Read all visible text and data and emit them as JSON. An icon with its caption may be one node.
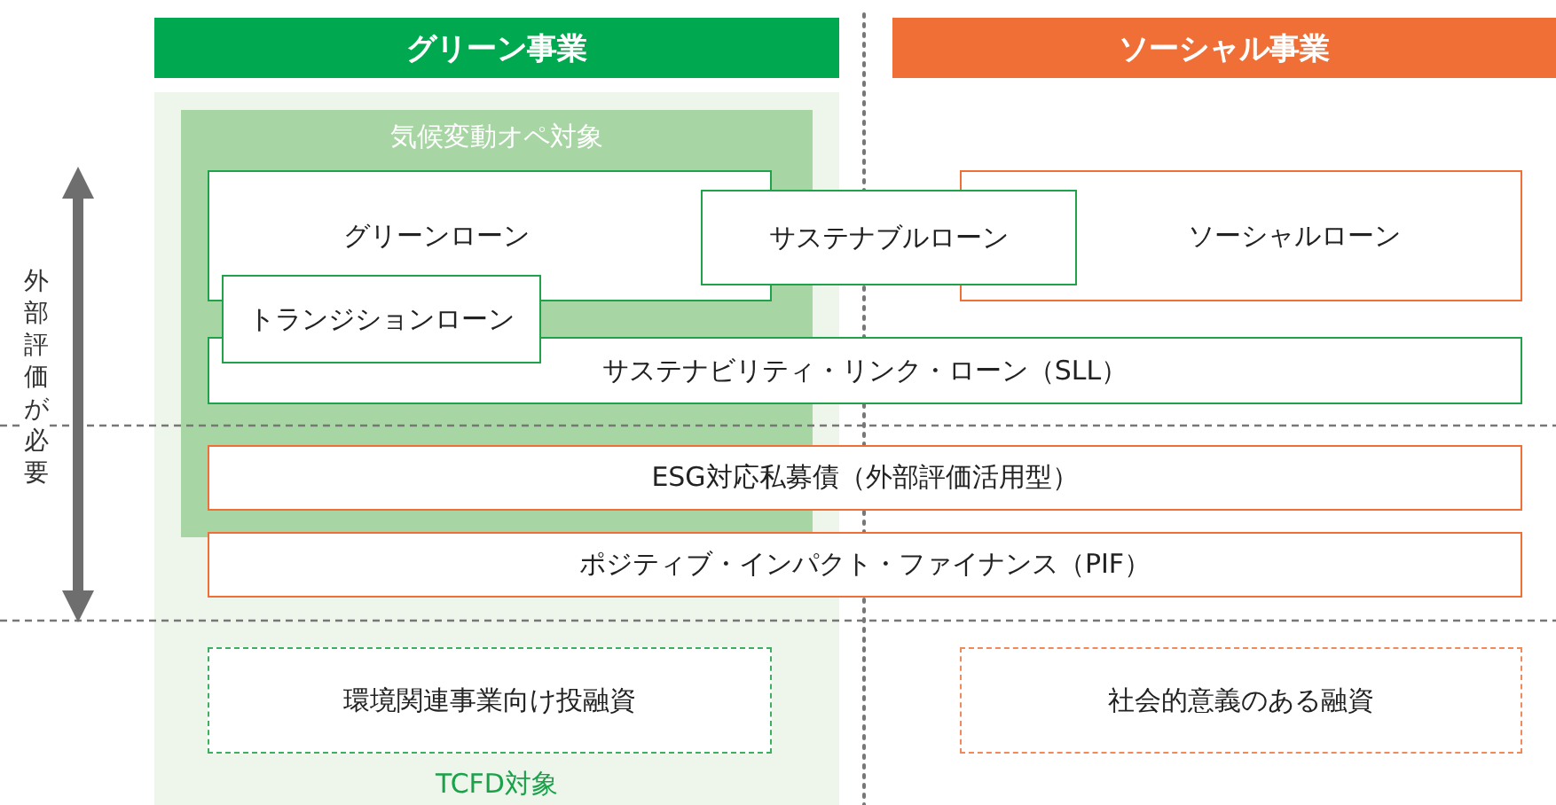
{
  "diagram": {
    "nodes": [
      {
        "text": [
          "グリーン事業"
        ]
      },
      {
        "text": [
          "ソーシャル事業"
        ]
      },
      {
        "text": [
          "TCFD対象"
        ]
      },
      {
        "text": [
          "気候変動オペ対象"
        ],
        "in": 2
      },
      {
        "text": [
          "グリーンローン"
        ],
        "in": 3
      },
      {
        "text": [
          "サステナブルローン"
        ]
      },
      {
        "text": [
          "ソーシャルローン"
        ]
      },
      {
        "text": [
          "トランジションローン"
        ],
        "in": 3
      },
      {
        "text": [
          "サステナビリティ・リンク・ローン（SLL）"
        ]
      },
      {
        "text": [
          "ESG対応私募債（外部評価活用型）"
        ]
      },
      {
        "text": [
          "ポジティブ・インパクト・ファイナンス（PIF）"
        ]
      },
      {
        "text": [
          "環境関連事業向け投融資"
        ],
        "in": 2
      },
      {
        "text": [
          "社会的意義のある融資"
        ]
      }
    ],
    "edges": [],
    "labels": [
      "外部評価が必要"
    ]
  }
}
